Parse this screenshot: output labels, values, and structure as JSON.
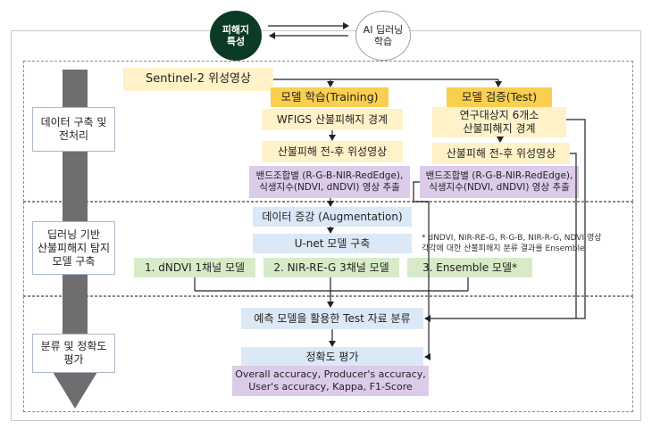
{
  "top": {
    "left_circle": "피해지\n특성",
    "right_circle": "AI 딥러닝\n학습"
  },
  "stages": {
    "stage1": "데이터 구축 및\n전처리",
    "stage2": "딥러닝 기반\n산불피해지 탐지\n모델 구축",
    "stage3": "분류 및 정확도\n평가"
  },
  "boxes": {
    "sentinel": "Sentinel-2 위성영상",
    "training": "모델 학습(Training)",
    "wfigs": "WFIGS 산불피해지 경계",
    "pre_post_left": "산불피해 전-후 위성영상",
    "bands_left": "밴드조합별 (R-G-B-NIR-RedEdge),\n식생지수(NDVI, dNDVI) 영상 추출",
    "test": "모델 검증(Test)",
    "study_area": "연구대상지 6개소\n산불피해지 경계",
    "pre_post_right": "산불피해 전-후 위성영상",
    "bands_right": "밴드조합별 (R-G-B-NIR-RedEdge),\n식생지수(NDVI, dNDVI) 영상 추출",
    "augmentation": "데이터 증강 (Augmentation)",
    "unet": "U-net 모델 구축",
    "model1": "1. dNDVI 1채널 모델",
    "model2": "2. NIR-RE-G 3채널 모델",
    "model3": "3. Ensemble 모델*",
    "note": "* dNDVI, NIR-RE-G, R-G-B, NIR-R-G, NDVI 영상\n각각에 대한 산불피해지 분류 결과를 Ensemble",
    "classify": "예측 모델을 활용한 Test 자료 분류",
    "accuracy": "정확도 평가",
    "metrics": "Overall accuracy, Producer's accuracy,\nUser's accuracy, Kappa, F1-Score"
  },
  "colors": {
    "circle_dark": "#0b3b24",
    "cream": "#fff2c8",
    "yellow": "#f9cf4f",
    "blue": "#dbe8f6",
    "purple": "#dccbe9",
    "green": "#d7ebc9",
    "big_arrow": "#6e6e6e"
  }
}
